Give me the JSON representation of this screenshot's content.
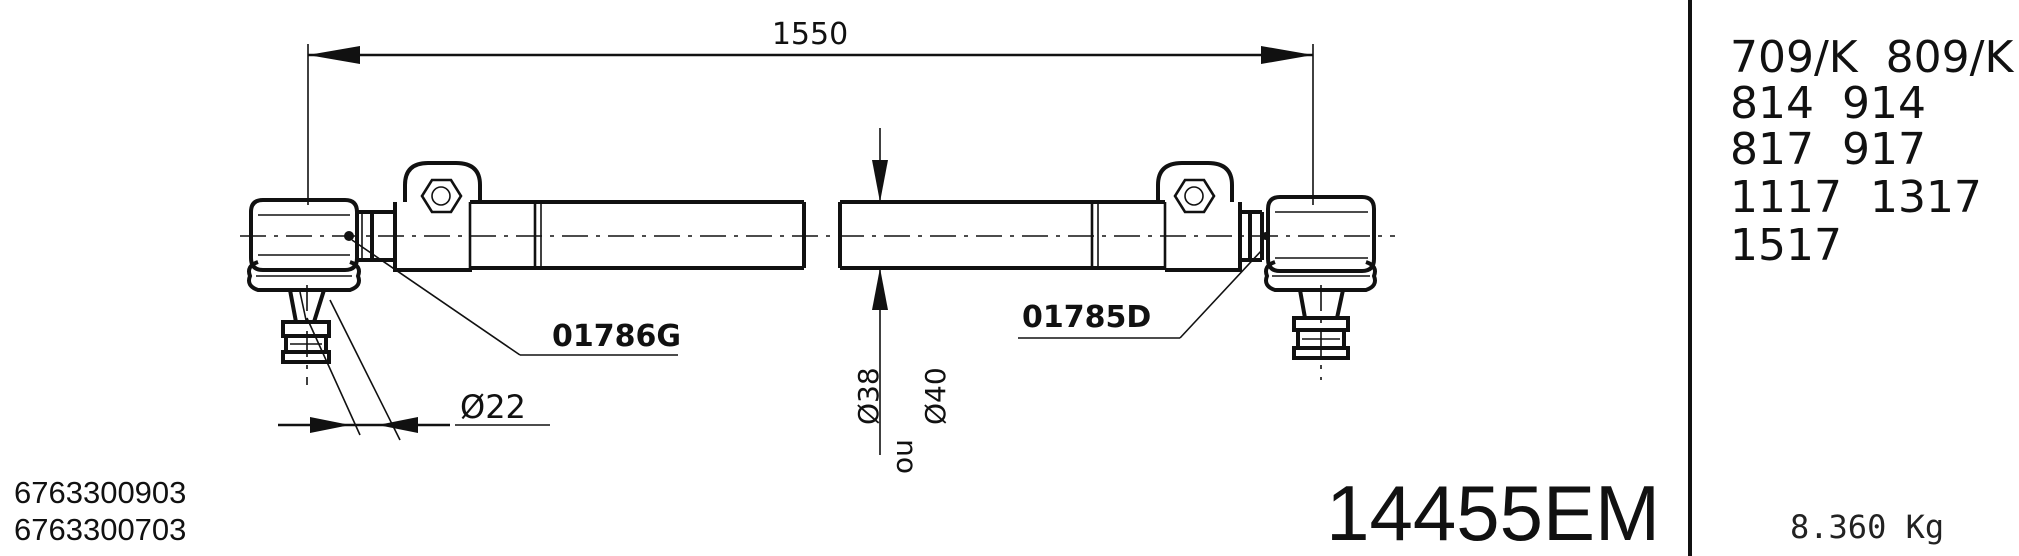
{
  "dimensions": {
    "overall_length": "1550",
    "pin_diameter": "Ø22",
    "tube_diameter_a": "Ø38",
    "tube_diameter_or": "ou",
    "tube_diameter_b": "Ø40"
  },
  "callouts": {
    "left_end": "01786G",
    "right_end": "01785D"
  },
  "part_number": "14455EM",
  "oem_references": [
    "6763300903",
    "6763300703"
  ],
  "applications": [
    "709/K  809/K",
    "814  914",
    "817  917",
    "1117  1317",
    "1517"
  ],
  "weight": "8.360 Kg"
}
